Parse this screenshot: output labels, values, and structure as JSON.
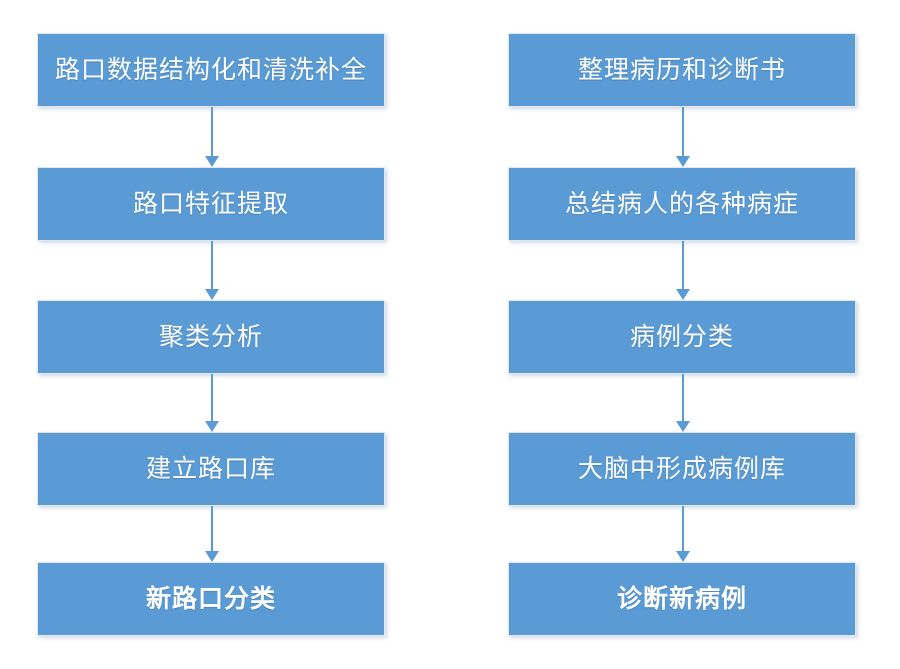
{
  "diagram": {
    "type": "flowchart",
    "orientation": "vertical",
    "columns": 2,
    "colors": {
      "node_fill": "#5b9bd5",
      "node_border": "#dfe8f2",
      "node_text": "#ffffff",
      "connector": "#5b9bd5",
      "background": "#ffffff"
    },
    "columns_data": [
      {
        "id": "left-column",
        "name": "intersection-analysis-flow",
        "nodes": [
          {
            "id": "l0",
            "label": "路口数据结构化和清洗补全",
            "emphasis": "normal"
          },
          {
            "id": "l1",
            "label": "路口特征提取",
            "emphasis": "normal"
          },
          {
            "id": "l2",
            "label": "聚类分析",
            "emphasis": "normal"
          },
          {
            "id": "l3",
            "label": "建立路口库",
            "emphasis": "normal"
          },
          {
            "id": "l4",
            "label": "新路口分类",
            "emphasis": "bold"
          }
        ],
        "edges": [
          {
            "from": "l0",
            "to": "l1",
            "style": "arrow-down"
          },
          {
            "from": "l1",
            "to": "l2",
            "style": "arrow-down"
          },
          {
            "from": "l2",
            "to": "l3",
            "style": "arrow-down"
          },
          {
            "from": "l3",
            "to": "l4",
            "style": "arrow-down"
          }
        ]
      },
      {
        "id": "right-column",
        "name": "medical-diagnosis-flow",
        "nodes": [
          {
            "id": "r0",
            "label": "整理病历和诊断书",
            "emphasis": "normal"
          },
          {
            "id": "r1",
            "label": "总结病人的各种病症",
            "emphasis": "normal"
          },
          {
            "id": "r2",
            "label": "病例分类",
            "emphasis": "normal"
          },
          {
            "id": "r3",
            "label": "大脑中形成病例库",
            "emphasis": "normal"
          },
          {
            "id": "r4",
            "label": "诊断新病例",
            "emphasis": "bold"
          }
        ],
        "edges": [
          {
            "from": "r0",
            "to": "r1",
            "style": "arrow-down"
          },
          {
            "from": "r1",
            "to": "r2",
            "style": "arrow-down"
          },
          {
            "from": "r2",
            "to": "r3",
            "style": "arrow-down"
          },
          {
            "from": "r3",
            "to": "r4",
            "style": "arrow-down"
          }
        ]
      }
    ]
  }
}
